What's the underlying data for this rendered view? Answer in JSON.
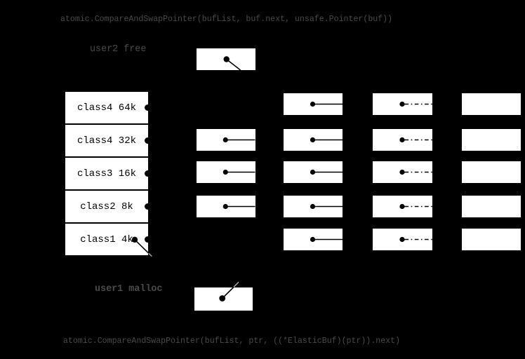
{
  "colors": {
    "background": "#000000",
    "box_fill": "#ffffff",
    "ink": "#000000",
    "text": "#4a4a4a",
    "tail": "#b0b0b0"
  },
  "top_code": "atomic.CompareAndSwapPointer(bufList, buf.next, unsafe.Pointer(buf))",
  "bottom_code": "atomic.CompareAndSwapPointer(bufList, ptr, ((*ElasticBuf)(ptr)).next)",
  "user2": {
    "label": "user2 free"
  },
  "user1": {
    "label": "user1 malloc"
  },
  "size_classes": [
    {
      "label": "class4 64k"
    },
    {
      "label": "class4 32k"
    },
    {
      "label": "class3 16k"
    },
    {
      "label": "class2 8k"
    },
    {
      "label": "class1 4k"
    }
  ],
  "free_list_grid": {
    "rows": [
      [
        "none",
        "solid",
        "dashdot",
        "empty"
      ],
      [
        "solid",
        "solid",
        "dashdot",
        "empty"
      ],
      [
        "solid",
        "solid",
        "dashdot",
        "empty"
      ],
      [
        "solid",
        "solid",
        "dashdot",
        "empty"
      ],
      [
        "none",
        "solid",
        "dashdot",
        "empty"
      ]
    ]
  }
}
